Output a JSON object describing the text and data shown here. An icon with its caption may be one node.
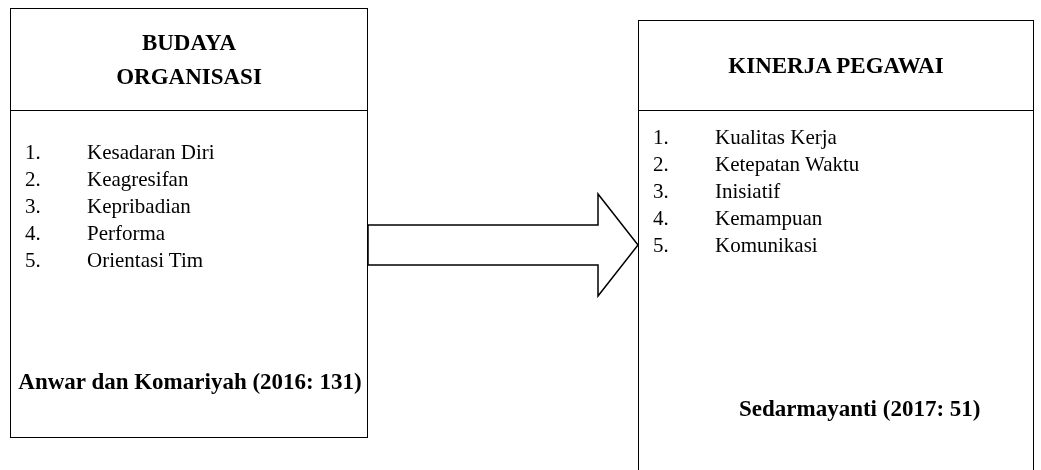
{
  "diagram": {
    "nodes": [
      {
        "text": [
          "BUDAYA ORGANISASI",
          "1. Kesadaran Diri",
          "2. Keagresifan",
          "3. Kepribadian",
          "4. Performa",
          "5. Orientasi Tim",
          "Anwar dan Komariyah (2016: 131)"
        ]
      },
      {
        "text": [
          "KINERJA PEGAWAI",
          "1. Kualitas Kerja",
          "2. Ketepatan Waktu",
          "3. Inisiatif",
          "4. Kemampuan",
          "5. Komunikasi",
          "Sedarmayanti (2017: 51)"
        ]
      }
    ],
    "edges": [
      {
        "from": 0,
        "to": 1,
        "arrow": "to"
      }
    ]
  }
}
